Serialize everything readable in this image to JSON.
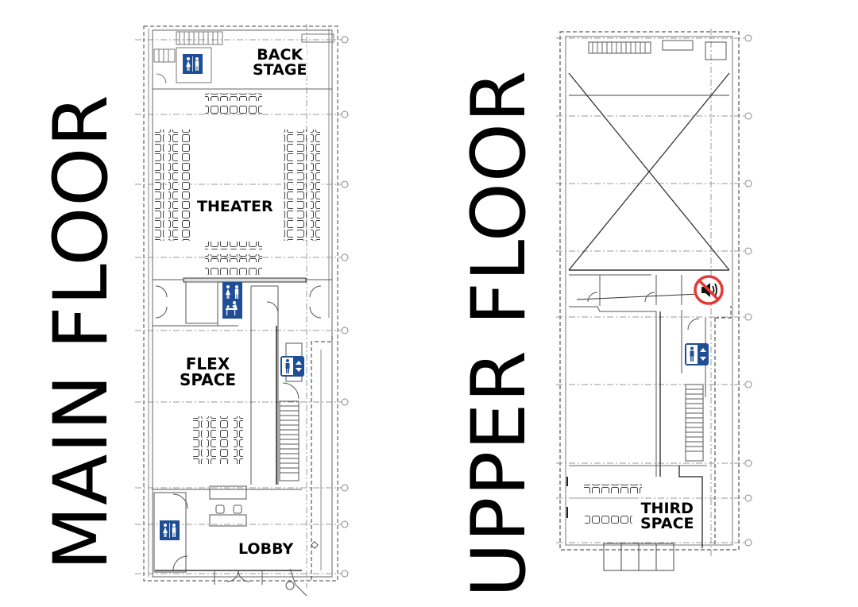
{
  "floors": [
    {
      "title": "MAIN FLOOR",
      "rooms": [
        {
          "name": "BACK STAGE",
          "line1": "BACK",
          "line2": "STAGE"
        },
        {
          "name": "THEATER",
          "line1": "THEATER"
        },
        {
          "name": "FLEX SPACE",
          "line1": "FLEX",
          "line2": "SPACE"
        },
        {
          "name": "LOBBY",
          "line1": "LOBBY"
        }
      ],
      "icons": [
        "restroom-icon",
        "restroom-family-changing-icon",
        "elevator-icon",
        "restroom-icon"
      ]
    },
    {
      "title": "UPPER FLOOR",
      "rooms": [
        {
          "name": "THIRD SPACE",
          "line1": "THIRD",
          "line2": "SPACE"
        }
      ],
      "icons": [
        "no-sound-icon",
        "elevator-icon"
      ]
    }
  ],
  "colors": {
    "icon_blue": "#1f4e96",
    "no_sound_red": "#e53935",
    "line": "#555555",
    "text": "#000000"
  }
}
